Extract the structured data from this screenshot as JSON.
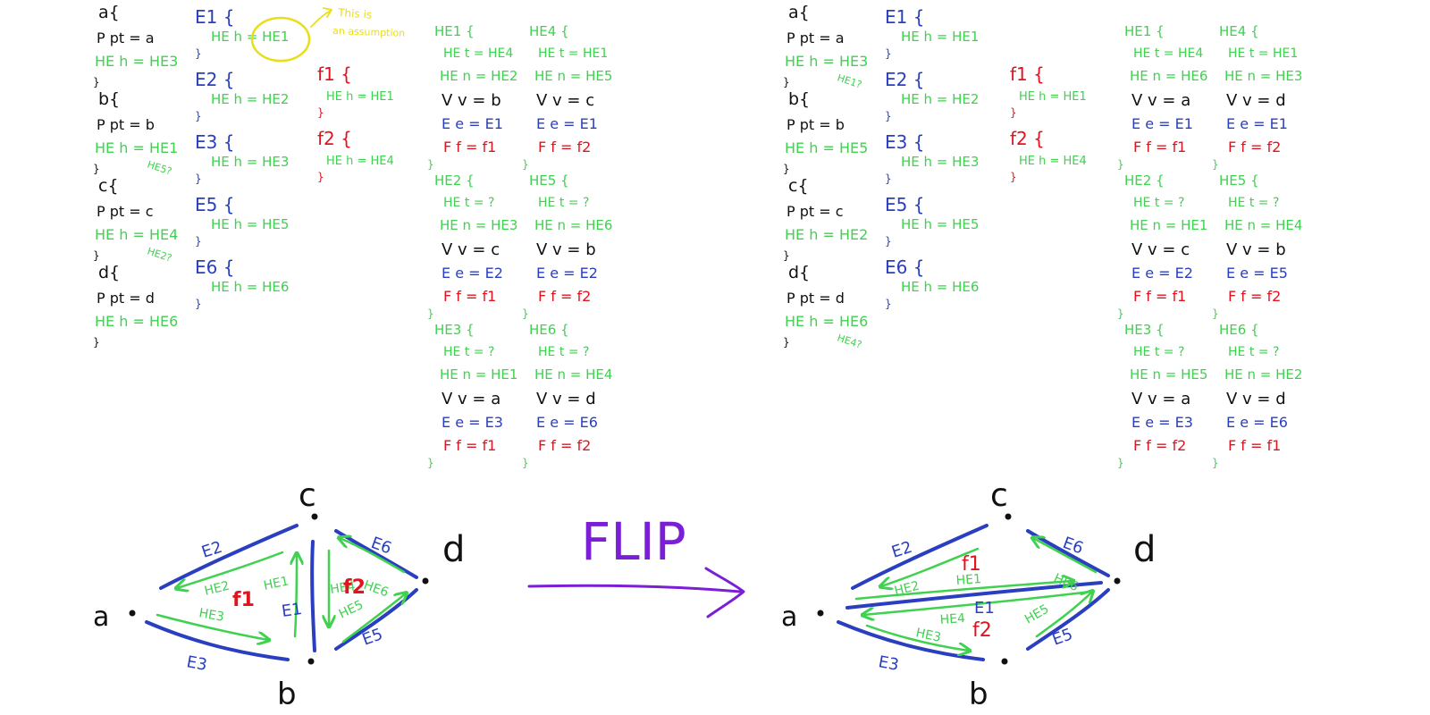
{
  "colors": {
    "black": "#111111",
    "green": "#3fd14f",
    "blue": "#2a3fbf",
    "red": "#e0141e",
    "yellow": "#e8de1a",
    "purple": "#7a1fd6"
  },
  "left_panel": {
    "vertices": [
      {
        "name": "a{",
        "point": "P pt = a",
        "halfedge": "HE h = HE3",
        "alt": "",
        "close": "}"
      },
      {
        "name": "b{",
        "point": "P pt = b",
        "halfedge": "HE h = HE1",
        "alt": "HE5?",
        "close": "}"
      },
      {
        "name": "c{",
        "point": "P pt = c",
        "halfedge": "HE h = HE4",
        "alt": "HE2?",
        "close": "}"
      },
      {
        "name": "d{",
        "point": "P pt = d",
        "halfedge": "HE h = HE6",
        "alt": "",
        "close": "}"
      }
    ],
    "edges": [
      {
        "name": "E1 {",
        "halfedge": "HE h = HE1",
        "close": "}"
      },
      {
        "name": "E2 {",
        "halfedge": "HE h = HE2",
        "close": "}"
      },
      {
        "name": "E3 {",
        "halfedge": "HE h = HE3",
        "close": "}"
      },
      {
        "name": "E5 {",
        "halfedge": "HE h = HE5",
        "close": "}"
      },
      {
        "name": "E6 {",
        "halfedge": "HE h = HE6",
        "close": "}"
      }
    ],
    "annotation": "This is an assumption",
    "faces": [
      {
        "name": "f1 {",
        "halfedge": "HE h = HE1",
        "close": "}"
      },
      {
        "name": "f2 {",
        "halfedge": "HE h = HE4",
        "close": "}"
      }
    ],
    "halfedges": [
      {
        "name": "HE1 {",
        "twin": "HE t = HE4",
        "next": "HE n = HE2",
        "vertex": "V v = b",
        "edge": "E e = E1",
        "face": "F f = f1",
        "close": "}"
      },
      {
        "name": "HE4 {",
        "twin": "HE t = HE1",
        "next": "HE n = HE5",
        "vertex": "V v = c",
        "edge": "E e = E1",
        "face": "F f = f2",
        "close": "}"
      },
      {
        "name": "HE2 {",
        "twin": "HE t = ?",
        "next": "HE n = HE3",
        "vertex": "V v = c",
        "edge": "E e = E2",
        "face": "F f = f1",
        "close": "}"
      },
      {
        "name": "HE5 {",
        "twin": "HE t = ?",
        "next": "HE n = HE6",
        "vertex": "V v = b",
        "edge": "E e = E2",
        "face": "F f = f2",
        "close": "}"
      },
      {
        "name": "HE3 {",
        "twin": "HE t = ?",
        "next": "HE n = HE1",
        "vertex": "V v = a",
        "edge": "E e = E3",
        "face": "F f = f1",
        "close": "}"
      },
      {
        "name": "HE6 {",
        "twin": "HE t = ?",
        "next": "HE n = HE4",
        "vertex": "V v = d",
        "edge": "E e = E6",
        "face": "F f = f2",
        "close": "}"
      }
    ]
  },
  "right_panel": {
    "vertices": [
      {
        "name": "a{",
        "point": "P pt = a",
        "halfedge": "HE h = HE3",
        "alt": "HE1?",
        "close": "}"
      },
      {
        "name": "b{",
        "point": "P pt = b",
        "halfedge": "HE h = HE5",
        "alt": "",
        "close": "}"
      },
      {
        "name": "c{",
        "point": "P pt = c",
        "halfedge": "HE h = HE2",
        "alt": "",
        "close": "}"
      },
      {
        "name": "d{",
        "point": "P pt = d",
        "halfedge": "HE h = HE6",
        "alt": "HE4?",
        "close": "}"
      }
    ],
    "edges": [
      {
        "name": "E1 {",
        "halfedge": "HE h = HE1",
        "close": "}"
      },
      {
        "name": "E2 {",
        "halfedge": "HE h = HE2",
        "close": "}"
      },
      {
        "name": "E3 {",
        "halfedge": "HE h = HE3",
        "close": "}"
      },
      {
        "name": "E5 {",
        "halfedge": "HE h = HE5",
        "close": "}"
      },
      {
        "name": "E6 {",
        "halfedge": "HE h = HE6",
        "close": "}"
      }
    ],
    "faces": [
      {
        "name": "f1 {",
        "halfedge": "HE h = HE1",
        "close": "}"
      },
      {
        "name": "f2 {",
        "halfedge": "HE h = HE4",
        "close": "}"
      }
    ],
    "halfedges": [
      {
        "name": "HE1 {",
        "twin": "HE t = HE4",
        "next": "HE n = HE6",
        "vertex": "V v = a",
        "edge": "E e = E1",
        "face": "F f = f1",
        "close": "}"
      },
      {
        "name": "HE4 {",
        "twin": "HE t = HE1",
        "next": "HE n = HE3",
        "vertex": "V v = d",
        "edge": "E e = E1",
        "face": "F f = f2",
        "close": "}"
      },
      {
        "name": "HE2 {",
        "twin": "HE t = ?",
        "next": "HE n = HE1",
        "vertex": "V v = c",
        "edge": "E e = E2",
        "face": "F f = f1",
        "close": "}"
      },
      {
        "name": "HE5 {",
        "twin": "HE t = ?",
        "next": "HE n = HE4",
        "vertex": "V v = b",
        "edge": "E e = E5",
        "face": "F f = f2",
        "close": "}"
      },
      {
        "name": "HE3 {",
        "twin": "HE t = ?",
        "next": "HE n = HE5",
        "vertex": "V v = a",
        "edge": "E e = E3",
        "face": "F f = f2",
        "close": "}"
      },
      {
        "name": "HE6 {",
        "twin": "HE t = ?",
        "next": "HE n = HE2",
        "vertex": "V v = d",
        "edge": "E e = E6",
        "face": "F f = f1",
        "close": "}"
      }
    ]
  },
  "diagrams": {
    "vertex_labels": [
      "a",
      "b",
      "c",
      "d"
    ],
    "before_edge_labels": [
      "E2",
      "E3",
      "E1",
      "E6",
      "E5"
    ],
    "before_halfedge_labels": [
      "HE2",
      "HE3",
      "HE1",
      "HE4",
      "HE6",
      "HE5"
    ],
    "before_face_labels": [
      "f1",
      "f2"
    ],
    "after_edge_labels": [
      "E2",
      "E3",
      "E1",
      "E6",
      "E5"
    ],
    "after_halfedge_labels": [
      "HE2",
      "HE1",
      "HE4",
      "HE3",
      "HE6",
      "HE5"
    ],
    "after_face_labels": [
      "f1",
      "f2"
    ],
    "arrow_label": "FLIP"
  }
}
